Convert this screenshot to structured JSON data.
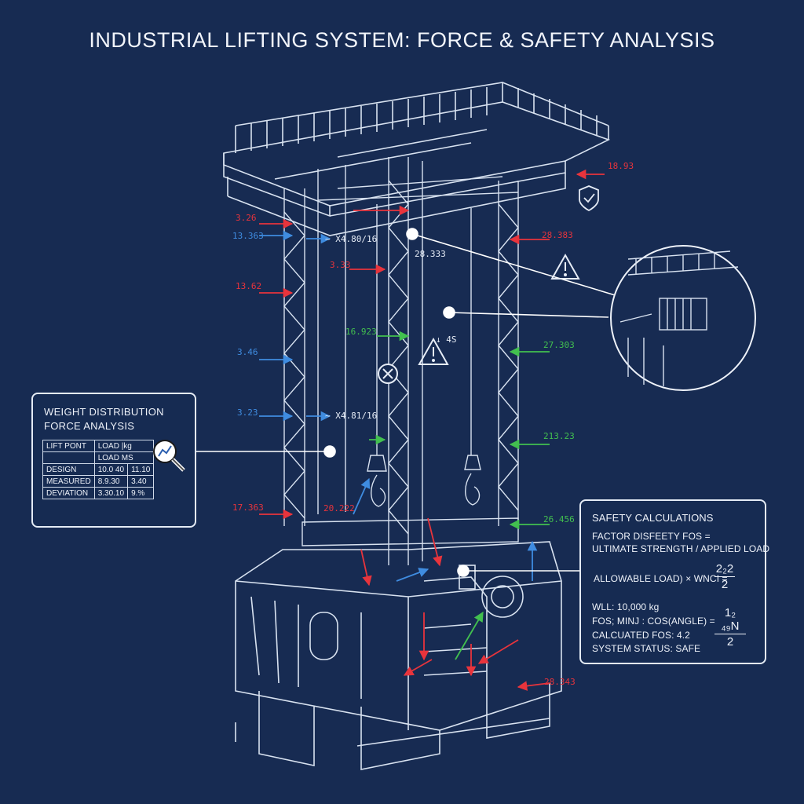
{
  "title": "INDUSTRIAL LIFTING SYSTEM: FORCE & SAFETY ANALYSIS",
  "colors": {
    "background": "#172b52",
    "line": "#d8e2f0",
    "red": "#e8343c",
    "blue": "#3f8ce0",
    "green": "#42c04f"
  },
  "force_labels": {
    "l1": "3.26",
    "l2": "13.363",
    "l3": "13.62",
    "l4": "3.46",
    "l5": "3.23",
    "l6": "17.363",
    "c1": "3.33",
    "c2": "~ X4.80/16",
    "c3": "16.923",
    "c4": "20.222",
    "c5": "28.333",
    "c6": "~ X4.81/16",
    "r1": "18.93",
    "r2": "28.383",
    "r3": "27.303",
    "r4": "213.23",
    "r5": "26.456",
    "r6": "28.343",
    "b1": "↓ 4S"
  },
  "weight_panel": {
    "heading1": "WEIGHT DISTRIBUTION",
    "heading2": "FORCE ANALYSIS",
    "header": [
      "LIFT PONT",
      "LOAD |kg"
    ],
    "subheader": [
      "",
      "LOAD MS"
    ],
    "rows": [
      {
        "label": "DESIGN",
        "a": "10.0 40",
        "b": "11.10"
      },
      {
        "label": "MEASURED",
        "a": "8.9.30",
        "b": "3.40"
      },
      {
        "label": "DEVIATION",
        "a": "3.30.10",
        "b": "9.%"
      }
    ],
    "icon": "magnifier-chart-icon"
  },
  "safety_panel": {
    "heading": "SAFETY CALCULATIONS",
    "line1": "FACTOR DISFEETY FOS =",
    "line2": "ULTIMATE STRENGTH / APPLIED LOAD",
    "line3": "ALLOWABLE LOAD) × WNCI =",
    "frac1_num": "2₂2",
    "frac1_den": "2",
    "line4": "WLL: 10,000 kg",
    "line5": "FOS; MINJ : COS(ANGLE) =",
    "frac2_num": "1₂ ₄₉N",
    "frac2_den": "2",
    "line6": "CALCUATED FOS: 4.2",
    "line7": "SYSTEM STATUS:  SAFE"
  },
  "icons": [
    "shield-check-icon",
    "warning-icon",
    "close-icon",
    "zoom-detail-icon"
  ]
}
